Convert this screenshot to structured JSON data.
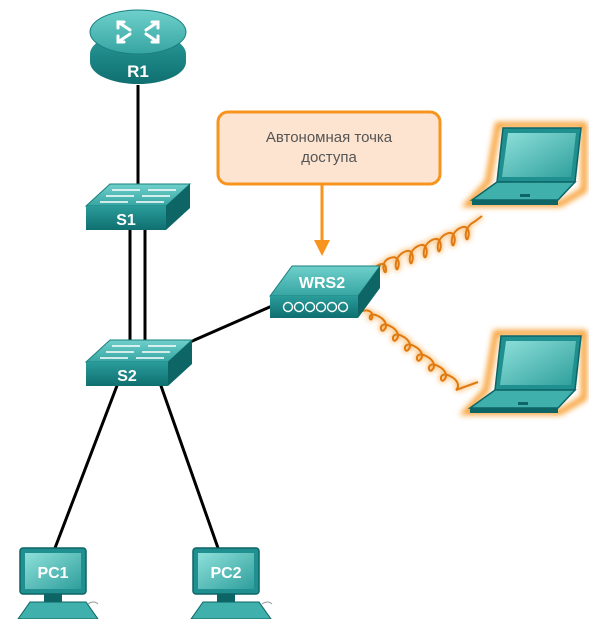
{
  "devices": {
    "router": {
      "label": "R1"
    },
    "switch_s1": {
      "label": "S1"
    },
    "switch_s2": {
      "label": "S2"
    },
    "wireless_router": {
      "label": "WRS2"
    },
    "pc1": {
      "label": "PC1"
    },
    "pc2": {
      "label": "PC2"
    }
  },
  "callout": {
    "line1": "Автономная точка",
    "line2": "доступа"
  },
  "colors": {
    "device_teal": "#1f8f8f",
    "device_top": "#4cb8b4",
    "callout_fill": "#fde4d0",
    "callout_border": "#f7941d",
    "wireless_glow": "#f7941d",
    "link": "#000000"
  }
}
